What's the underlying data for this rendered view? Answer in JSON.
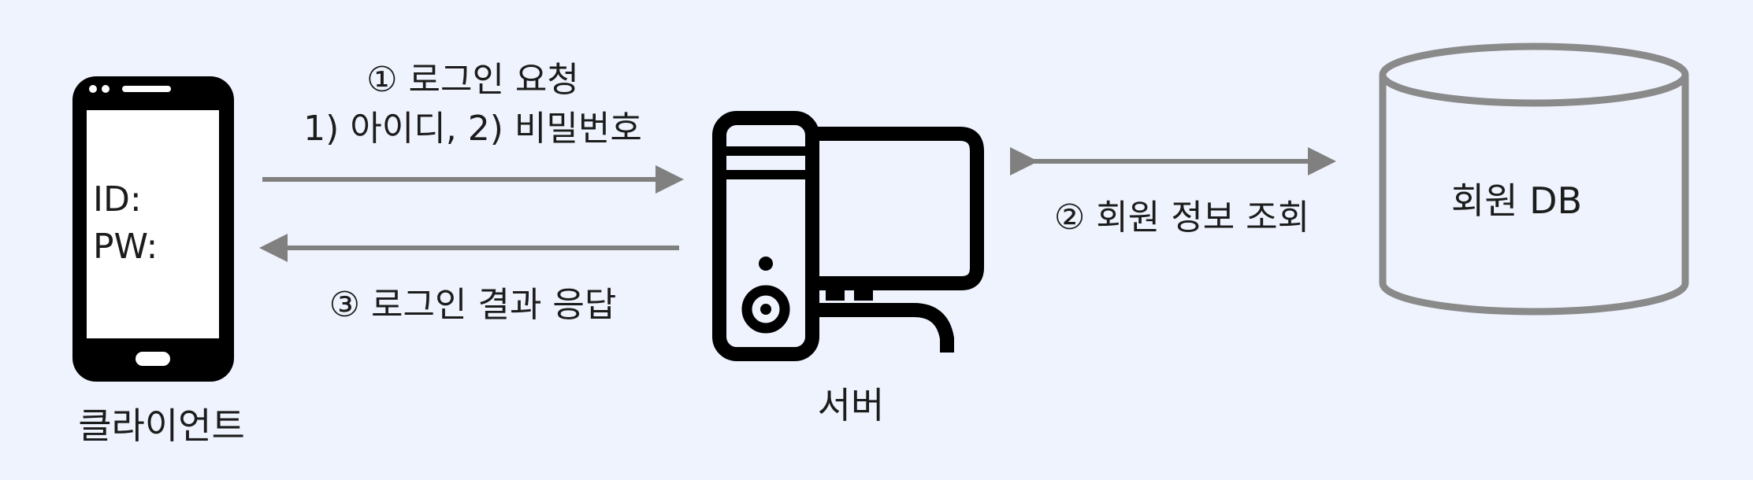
{
  "client": {
    "caption": "클라이언트",
    "id_label": "ID:",
    "pw_label": "PW:"
  },
  "server": {
    "caption": "서버"
  },
  "database": {
    "caption": "회원 DB"
  },
  "steps": {
    "request_title": "① 로그인 요청",
    "request_detail": "1) 아이디, 2) 비밀번호",
    "lookup": "② 회원 정보 조회",
    "response": "③ 로그인 결과 응답"
  },
  "colors": {
    "background": "#eef3fd",
    "icon": "#000000",
    "arrow": "#808080",
    "db_outline": "#8a8a8a",
    "text": "#1c1c1c"
  },
  "icons": {
    "client": "smartphone-icon",
    "server": "desktop-computer-icon",
    "database": "database-cylinder-icon"
  }
}
